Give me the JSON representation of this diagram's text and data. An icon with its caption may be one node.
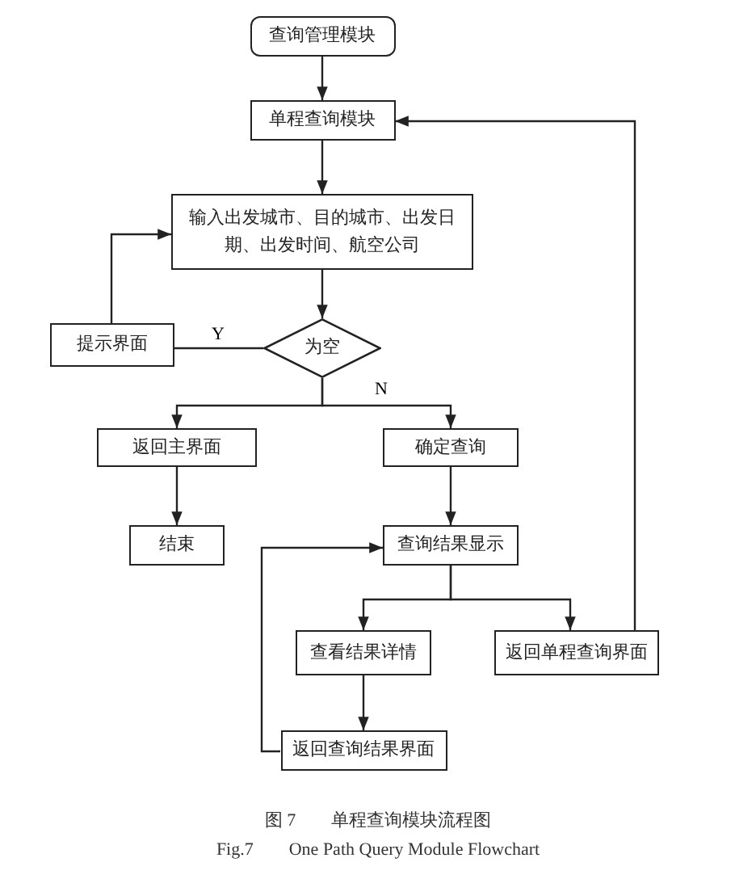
{
  "diagram": {
    "caption": "图 7　　单程查询模块流程图",
    "nodes": [
      {
        "text": [
          "查询管理模块"
        ]
      },
      {
        "text": [
          "单程查询模块"
        ]
      },
      {
        "text": [
          "输入出发城市、目的城市、出发日期、出发时间、航空公司"
        ]
      },
      {
        "text": [
          "为空"
        ]
      },
      {
        "text": [
          "提示界面"
        ]
      },
      {
        "text": [
          "返回主界面"
        ]
      },
      {
        "text": [
          "确定查询"
        ]
      },
      {
        "text": [
          "结束"
        ]
      },
      {
        "text": [
          "查询结果显示"
        ]
      },
      {
        "text": [
          "查看结果详情"
        ]
      },
      {
        "text": [
          "返回单程查询界面"
        ]
      },
      {
        "text": [
          "返回查询结果界面"
        ]
      }
    ],
    "edges": [
      {
        "from": 0,
        "to": 1,
        "arrow": "to"
      },
      {
        "from": 1,
        "to": 2,
        "arrow": "to"
      },
      {
        "from": 2,
        "to": 3,
        "arrow": "to"
      },
      {
        "from": 3,
        "to": 4,
        "arrow": "none",
        "label": "Y"
      },
      {
        "from": 4,
        "to": 2,
        "arrow": "to"
      },
      {
        "from": 3,
        "to": 5,
        "arrow": "to"
      },
      {
        "from": 3,
        "to": 6,
        "arrow": "to",
        "label": "N"
      },
      {
        "from": 5,
        "to": 7,
        "arrow": "to"
      },
      {
        "from": 6,
        "to": 8,
        "arrow": "to"
      },
      {
        "from": 8,
        "to": 9,
        "arrow": "to"
      },
      {
        "from": 8,
        "to": 10,
        "arrow": "to"
      },
      {
        "from": 9,
        "to": 11,
        "arrow": "to"
      },
      {
        "from": 11,
        "to": 8,
        "arrow": "to"
      },
      {
        "from": 10,
        "to": 1,
        "arrow": "to"
      }
    ],
    "labels": [
      "Fig.7　　One Path Query Module Flowchart"
    ]
  }
}
